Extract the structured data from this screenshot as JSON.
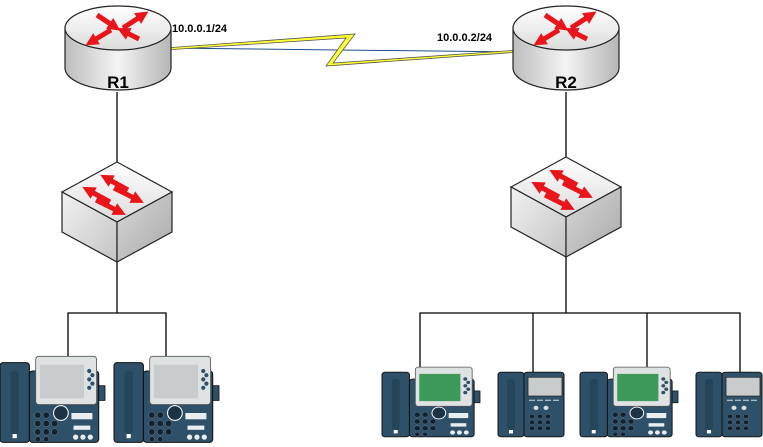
{
  "title": "Network topology with two routers, two switches and IP phones",
  "routers": [
    {
      "id": "r1",
      "label": "R1",
      "ip": "10.0.0.1/24"
    },
    {
      "id": "r2",
      "label": "R2",
      "ip": "10.0.0.2/24"
    }
  ],
  "switches": [
    {
      "id": "sw1",
      "attached_to": "R1"
    },
    {
      "id": "sw2",
      "attached_to": "R2"
    }
  ],
  "phones": {
    "left": [
      {
        "model": "cisco-7970-style",
        "screen": "gray"
      },
      {
        "model": "cisco-7970-style",
        "screen": "gray"
      }
    ],
    "right": [
      {
        "model": "cisco-7965-style",
        "screen": "green"
      },
      {
        "model": "cisco-7945-style",
        "screen": "gray"
      },
      {
        "model": "cisco-7965-style",
        "screen": "green"
      },
      {
        "model": "cisco-7945-style",
        "screen": "gray"
      }
    ]
  },
  "links": {
    "wan": {
      "type": "serial",
      "from": "R1",
      "to": "R2",
      "symbol": "lightning-bolt"
    }
  },
  "colors": {
    "arrow_red": "#e8161b",
    "device_gray": "#d6d6d6",
    "phone_body": "#2e5068",
    "phone_screen_gray": "#c9cccd",
    "phone_screen_green": "#3d9a5a",
    "serial_link": "#ffff33",
    "link_blue": "#1f4e8c"
  }
}
